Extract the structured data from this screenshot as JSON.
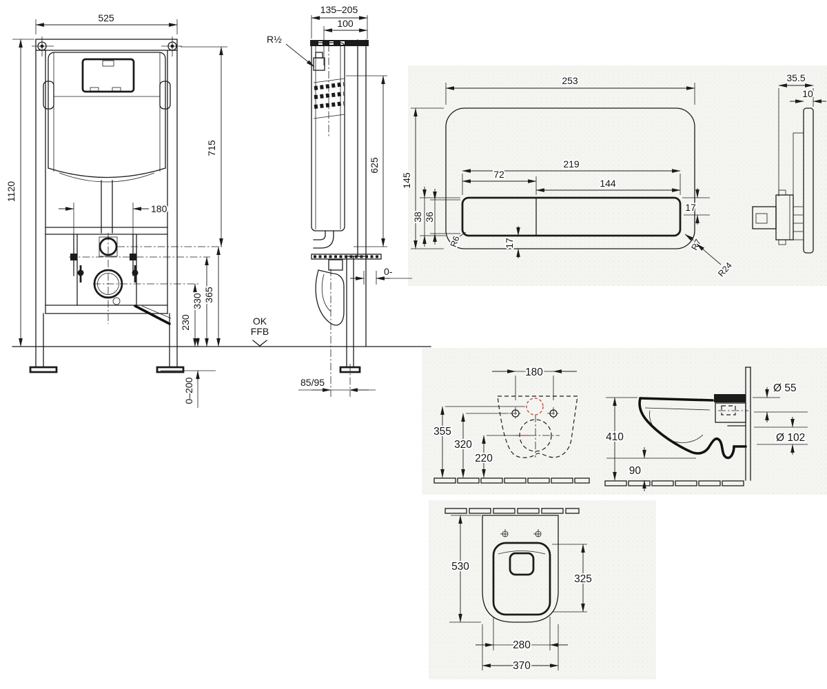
{
  "views": {
    "frame_front": {
      "width": "525",
      "height": "1120",
      "upper_height": "715",
      "rod_spacing": "180",
      "drain_height": "230",
      "rod_height": "330",
      "bend_height": "365",
      "foot_adjust": "0–200"
    },
    "frame_side": {
      "depth_range": "135–205",
      "front_depth": "100",
      "thread_size": "R½",
      "flush_pipe_height": "625",
      "wall_gap": "0-",
      "outlet_offset": "85/95",
      "floor_ok": "OK",
      "floor_ffb": "FFB"
    },
    "plate_front": {
      "width": "253",
      "height": "145",
      "button_zone_width": "219",
      "small_button_width": "72",
      "large_button_width": "144",
      "zone_height_outer": "38",
      "zone_height_inner": "36",
      "bottom_inset": "17",
      "side_inset": "17",
      "radius_button": "R6",
      "radius_inner": "R7",
      "radius_corner": "R24"
    },
    "plate_side": {
      "depth": "35.5",
      "thickness": "10"
    },
    "wc_rear": {
      "hole_spacing": "180",
      "inlet_height": "355",
      "hole_height": "320",
      "outlet_height": "220"
    },
    "wc_side": {
      "height": "410",
      "underside_height": "90",
      "inlet_diameter": "Ø 55",
      "outlet_diameter": "Ø 102"
    },
    "wc_plan": {
      "depth": "530",
      "bowl_depth": "325",
      "bowl_width": "280",
      "width": "370"
    }
  },
  "colors": {
    "line": "#1b1b1b",
    "red_accent": "#b04a3c",
    "background": "#ffffff",
    "paper_tint": "#f4f4f1"
  }
}
